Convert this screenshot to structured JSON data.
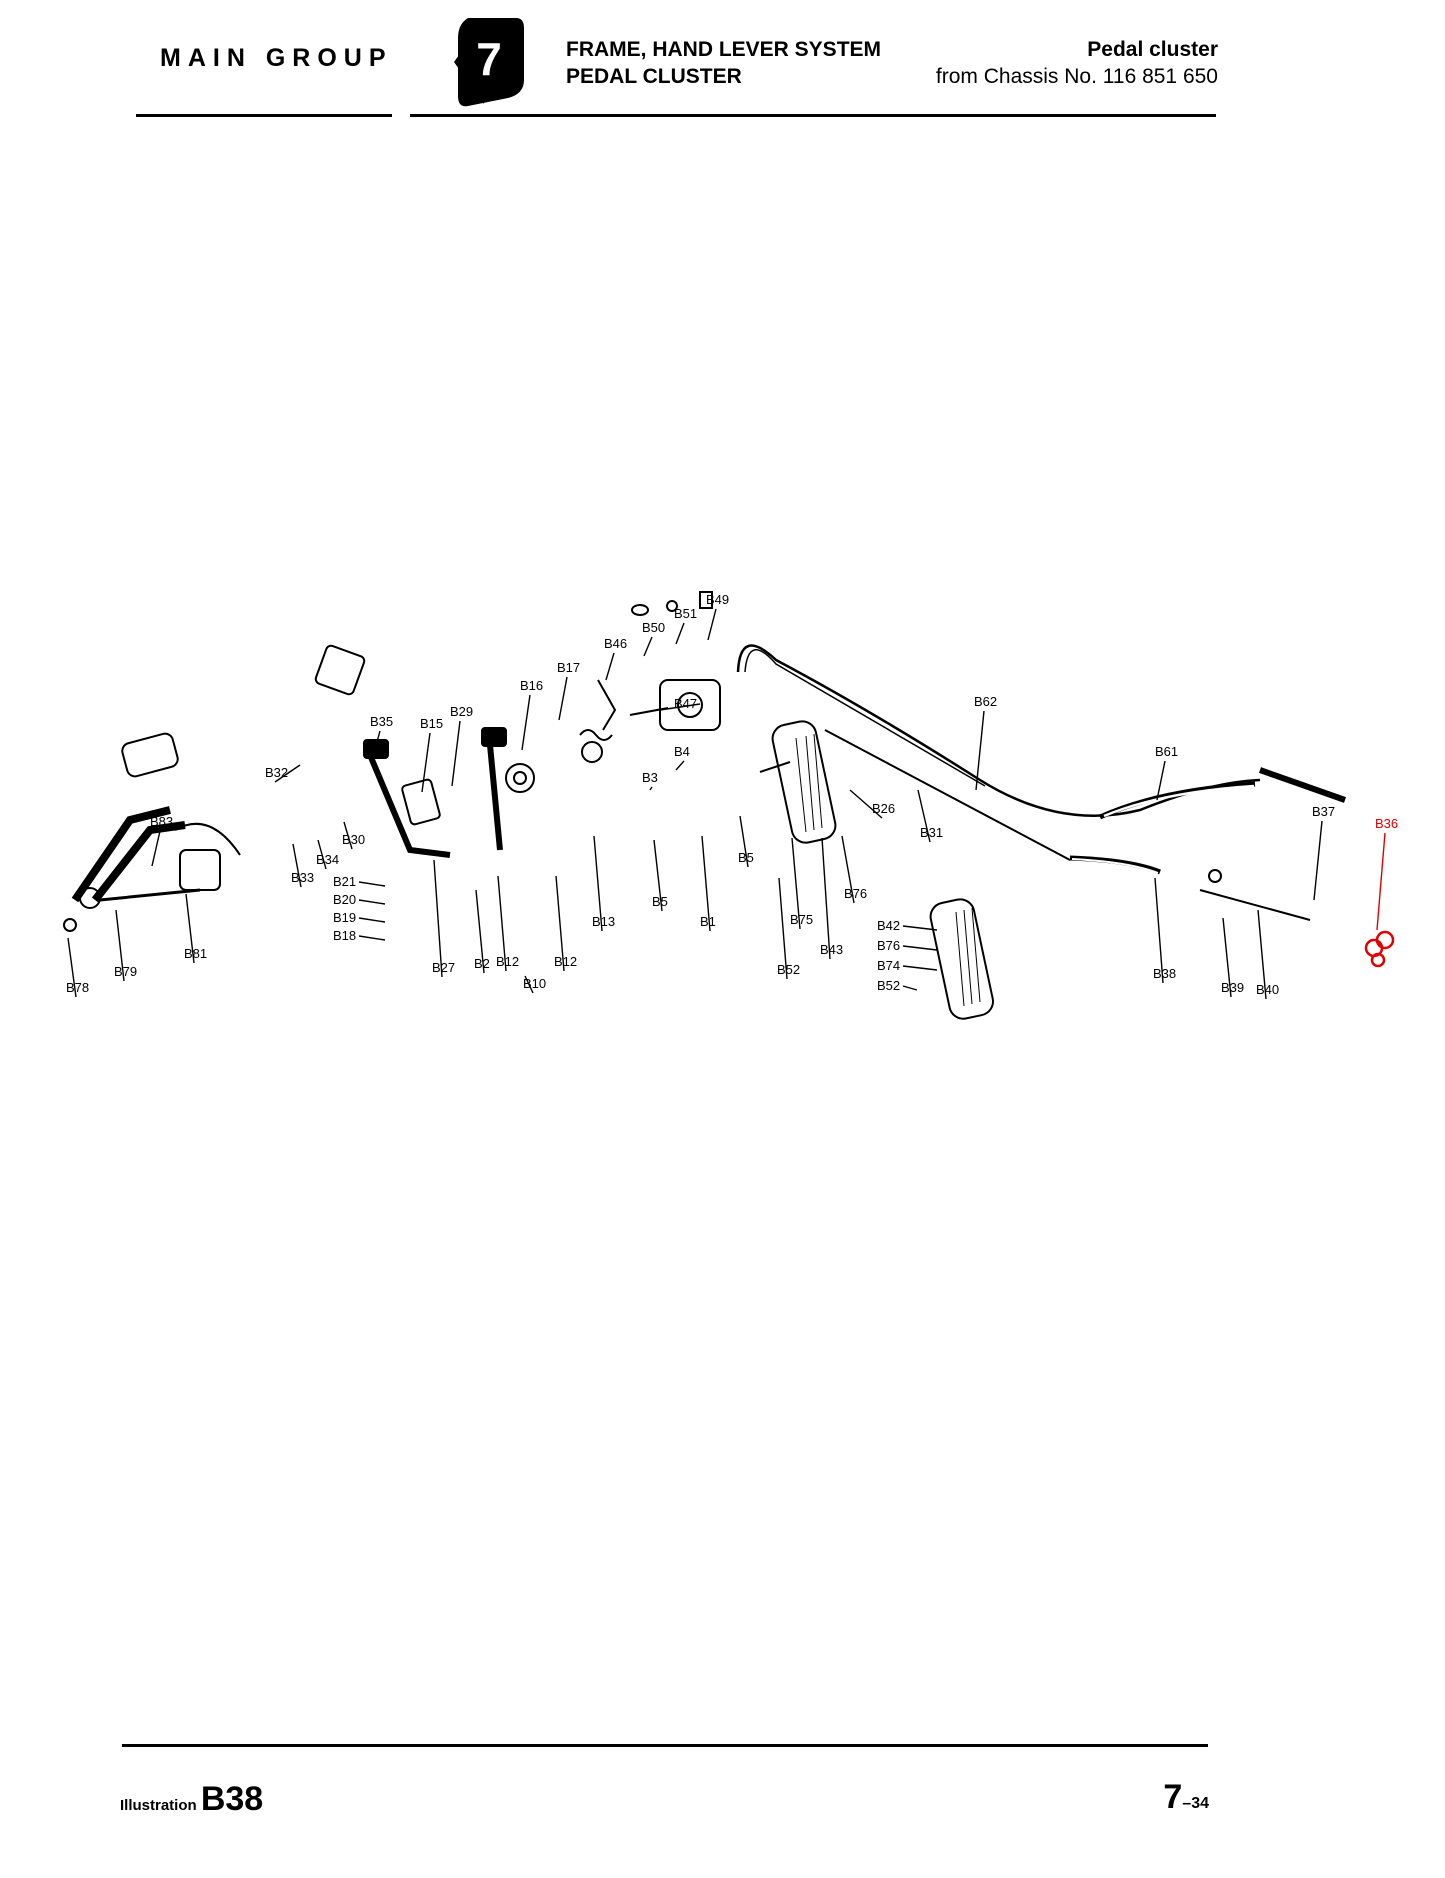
{
  "header": {
    "main_group": "MAIN GROUP",
    "group_number": "7",
    "title_line1": "FRAME, HAND LEVER SYSTEM",
    "title_line2": "PEDAL CLUSTER",
    "right_line1": "Pedal cluster",
    "right_line2": "from Chassis No. 116 851 650"
  },
  "highlight_color": "#e00000",
  "labels": [
    {
      "text": "B49"
    },
    {
      "text": "B50"
    },
    {
      "text": "B51"
    },
    {
      "text": "B46"
    },
    {
      "text": "B17"
    },
    {
      "text": "B16"
    },
    {
      "text": "B47"
    },
    {
      "text": "B62"
    },
    {
      "text": "B35"
    },
    {
      "text": "B15"
    },
    {
      "text": "B29"
    },
    {
      "text": "B32"
    },
    {
      "text": "B4"
    },
    {
      "text": "B3"
    },
    {
      "text": "B61"
    },
    {
      "text": "B26"
    },
    {
      "text": "B37"
    },
    {
      "text": "B36"
    },
    {
      "text": "B83"
    },
    {
      "text": "B33"
    },
    {
      "text": "B34"
    },
    {
      "text": "B30"
    },
    {
      "text": "B31"
    },
    {
      "text": "B21"
    },
    {
      "text": "B20"
    },
    {
      "text": "B19"
    },
    {
      "text": "B18"
    },
    {
      "text": "B5"
    },
    {
      "text": "B5"
    },
    {
      "text": "B76"
    },
    {
      "text": "B13"
    },
    {
      "text": "B1"
    },
    {
      "text": "B75"
    },
    {
      "text": "B43"
    },
    {
      "text": "B52"
    },
    {
      "text": "B42"
    },
    {
      "text": "B76"
    },
    {
      "text": "B74"
    },
    {
      "text": "B52"
    },
    {
      "text": "B38"
    },
    {
      "text": "B39"
    },
    {
      "text": "B40"
    },
    {
      "text": "B27"
    },
    {
      "text": "B2"
    },
    {
      "text": "B12"
    },
    {
      "text": "B12"
    },
    {
      "text": "B10"
    },
    {
      "text": "B81"
    },
    {
      "text": "B79"
    },
    {
      "text": "B78"
    }
  ],
  "footer": {
    "illustration_word": "Illustration",
    "illustration_id": "B38",
    "page_main": "7",
    "page_sub": "–34"
  }
}
